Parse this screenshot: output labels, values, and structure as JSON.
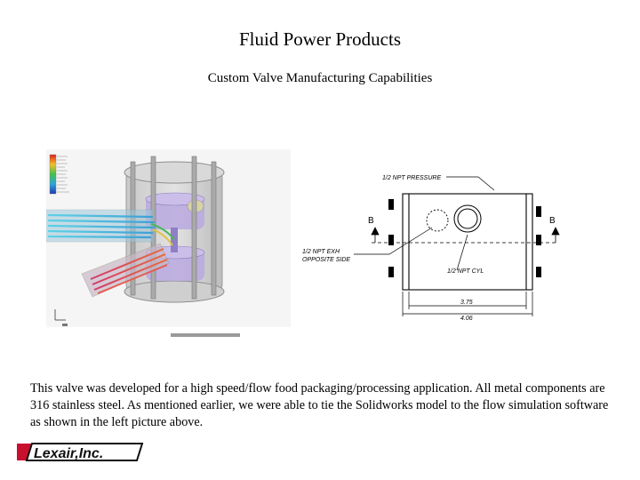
{
  "slide": {
    "title": "Fluid Power Products",
    "subtitle": "Custom Valve Manufacturing Capabilities",
    "body": "This valve was developed for a high speed/flow food packaging/processing application. All metal components are 316 stainless steel. As mentioned earlier, we were able to tie the Solidworks model to the flow simulation software as shown in the left picture above."
  },
  "simulation_image": {
    "legend_values": [
      "",
      "",
      "",
      "",
      "",
      "",
      "",
      "",
      "",
      "",
      ""
    ]
  },
  "drawing": {
    "label_pressure": "1/2 NPT PRESSURE",
    "label_exh_line1": "1/2 NPT EXH",
    "label_exh_line2": "OPPOSITE SIDE",
    "label_cyl": "1/2 NPT CYL",
    "section_label": "B",
    "dim_inner": "3.75",
    "dim_outer": "4.06"
  },
  "logo": {
    "text": "Lexair,Inc.",
    "colors": {
      "red": "#c8102e",
      "black": "#111111"
    }
  }
}
